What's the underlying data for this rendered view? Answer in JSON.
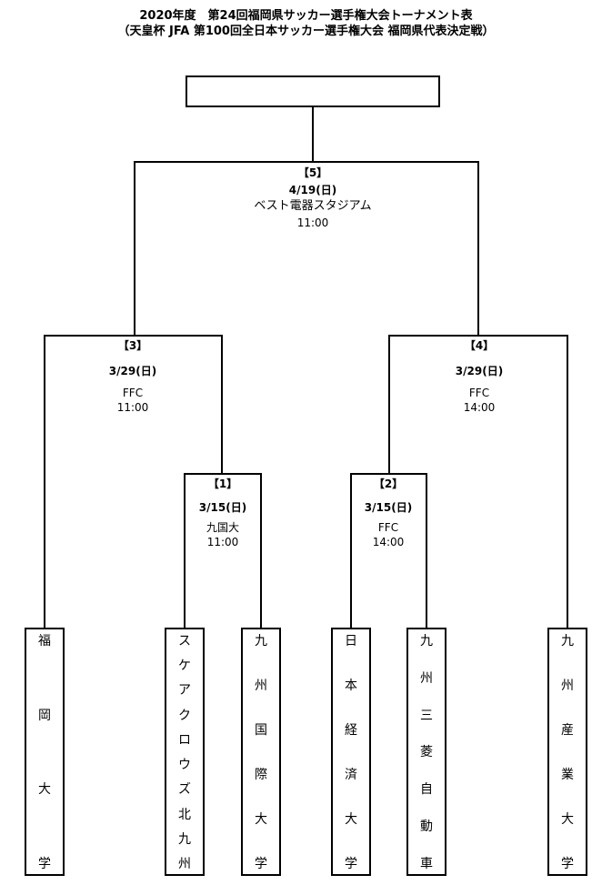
{
  "header": {
    "title_line1": "2020年度　第24回福岡県サッカー選手権大会トーナメント表",
    "title_line2": "（天皇杯 JFA 第100回全日本サッカー選手権大会 福岡県代表決定戦）"
  },
  "matches": [
    {
      "id": "m5",
      "number": "【5】",
      "date": "4/19(日)",
      "venue": "ベスト電器スタジアム",
      "time": "11:00"
    },
    {
      "id": "m3",
      "number": "【3】",
      "date": "3/29(日)",
      "venue": "FFC",
      "time": "11:00"
    },
    {
      "id": "m4",
      "number": "【4】",
      "date": "3/29(日)",
      "venue": "FFC",
      "time": "14:00"
    },
    {
      "id": "m1",
      "number": "【1】",
      "date": "3/15(日)",
      "venue": "九国大",
      "time": "11:00"
    },
    {
      "id": "m2",
      "number": "【2】",
      "date": "3/15(日)",
      "venue": "FFC",
      "time": "14:00"
    }
  ],
  "teams": [
    {
      "name": "福岡大学"
    },
    {
      "name": "スケアクロウズ北九州"
    },
    {
      "name": "九州国際大学"
    },
    {
      "name": "日本経済大学"
    },
    {
      "name": "九州三菱自動車"
    },
    {
      "name": "九州産業大学"
    }
  ]
}
